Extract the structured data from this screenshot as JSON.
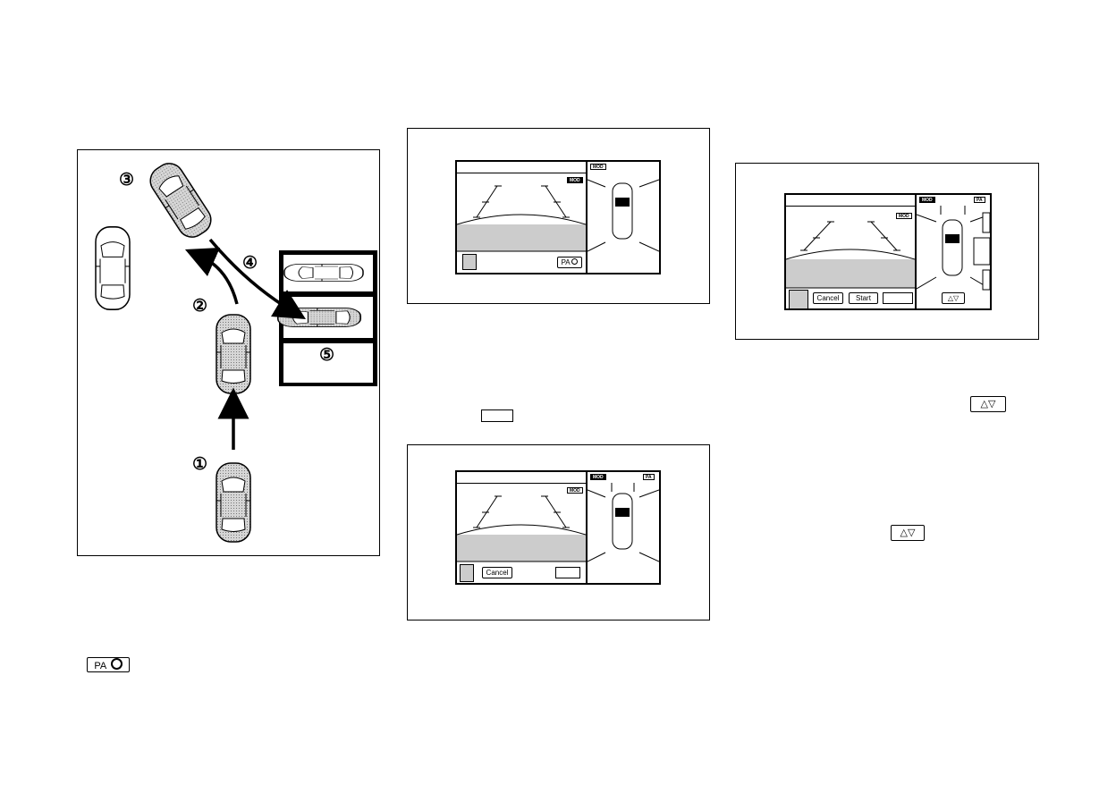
{
  "diagram": {
    "steps": [
      "①",
      "②",
      "③",
      "④",
      "⑤"
    ]
  },
  "screens": {
    "top_middle": {
      "mod_small": "MOD",
      "mod_avm": "MOD",
      "pa_label": "PA"
    },
    "bottom_middle": {
      "mod_small": "MOD",
      "mod_avm": "MOD",
      "pa_label": "PA",
      "cancel_label": "Cancel"
    },
    "right": {
      "mod_small": "MOD",
      "mod_avm": "MOD",
      "pa_label": "PA",
      "cancel_label": "Cancel",
      "start_label": "Start",
      "arrows_label": "△▽"
    }
  },
  "inline": {
    "pa_label": "PA",
    "arrows_top": "△▽",
    "arrows_bottom": "△▽"
  }
}
